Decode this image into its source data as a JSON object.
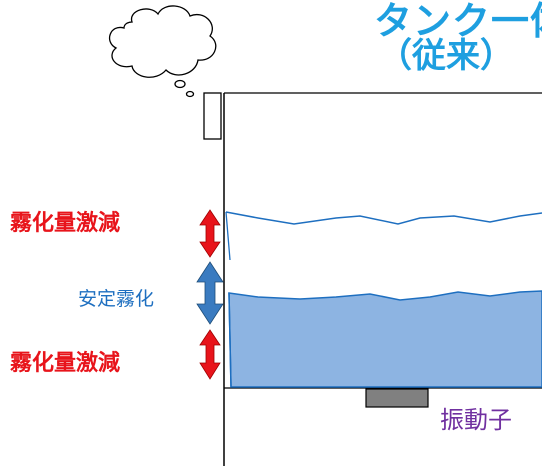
{
  "title": {
    "line1": "タンク一体",
    "line2": "（従来）"
  },
  "labels": {
    "upper_decrease": "霧化量激減",
    "stable": "安定霧化",
    "lower_decrease": "霧化量激減",
    "vibrator": "振動子"
  },
  "colors": {
    "title": "#1E9FE0",
    "decrease": "#E8141B",
    "stable": "#1E6FC0",
    "water_line": "#1E6FC0",
    "water_fill": "#8DB4E2",
    "vibrator": "#808080",
    "vibrator_label": "#7030A0"
  },
  "icons": {
    "thought": "thought-bubble-icon",
    "arrow_decrease": "red-double-arrow-icon",
    "arrow_stable": "blue-double-arrow-icon"
  }
}
